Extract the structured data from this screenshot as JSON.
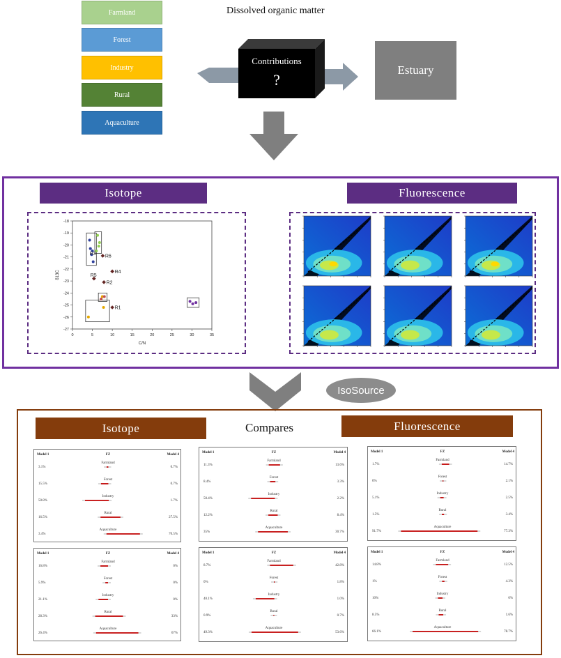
{
  "sources": [
    {
      "label": "Farmland",
      "color": "#a9d18e"
    },
    {
      "label": "Forest",
      "color": "#5b9bd5"
    },
    {
      "label": "Industry",
      "color": "#ffc000"
    },
    {
      "label": "Rural",
      "color": "#548235"
    },
    {
      "label": "Aquaculture",
      "color": "#2e75b6"
    }
  ],
  "title_dom": "Dissolved organic matter",
  "box_contrib": {
    "label": "Contributions",
    "q": "?"
  },
  "box_estuary": "Estuary",
  "isotope_label": "Isotope",
  "fluor_label": "Fluorescence",
  "isosource_label": "IsoSource",
  "compares_label": "Compares",
  "bottom_isotope_label": "Isotope",
  "bottom_fluor_label": "Fluorescence",
  "colors": {
    "purple": "#7030a0",
    "brown": "#843c0c",
    "gray": "#7f7f7f",
    "red": "#c00000"
  },
  "chart_data": [
    {
      "type": "scatter",
      "xlabel": "C/N",
      "ylabel": "δ13C",
      "xlim": [
        0,
        35
      ],
      "ylim": [
        -27,
        -18
      ],
      "xticks": [
        "0",
        "5",
        "10",
        "15",
        "20",
        "25",
        "30",
        "35"
      ],
      "yticks": [
        "-18",
        "-19",
        "-20",
        "-21",
        "-22",
        "-23",
        "-24",
        "-25",
        "-26",
        "-27"
      ],
      "series": [
        {
          "color": "#2e3f9c",
          "points": [
            [
              4.3,
              -19.6
            ],
            [
              4.5,
              -20.3
            ],
            [
              5.0,
              -20.5
            ],
            [
              5.2,
              -21.4
            ],
            [
              4.8,
              -20.8
            ]
          ]
        },
        {
          "color": "#92d050",
          "points": [
            [
              6.3,
              -19.2
            ],
            [
              6.6,
              -20.1
            ],
            [
              6.0,
              -20.5
            ],
            [
              6.8,
              -19.8
            ]
          ]
        },
        {
          "color": "#e6a800",
          "points": [
            [
              4.0,
              -26.0
            ],
            [
              7.8,
              -25.2
            ],
            [
              7.5,
              -24.3
            ]
          ]
        },
        {
          "color": "#c0504d",
          "points": [
            [
              7.2,
              -24.5
            ],
            [
              8.0,
              -24.3
            ]
          ]
        },
        {
          "color": "#7030a0",
          "points": [
            [
              29.5,
              -24.7
            ],
            [
              30.2,
              -24.9
            ],
            [
              31.0,
              -24.8
            ]
          ]
        },
        {
          "color": "#632523",
          "points": [
            [
              7.6,
              -20.9
            ],
            [
              10.0,
              -22.2
            ],
            [
              7.9,
              -23.1
            ],
            [
              5.4,
              -22.8
            ],
            [
              10.0,
              -25.2
            ]
          ]
        }
      ],
      "point_labels": [
        "R6",
        "R4",
        "R2",
        "R5",
        "R1",
        "R3"
      ]
    },
    {
      "type": "table",
      "panels": [
        {
          "header_left": "Model 1",
          "header_mid": "FZ",
          "header_right": "Model 4",
          "rows": [
            {
              "cat": "Farmland",
              "left": "3.1%",
              "right": "0.7%"
            },
            {
              "cat": "Forest",
              "left": "15.5%",
              "right": "0.7%"
            },
            {
              "cat": "Industry",
              "left": "50.8%",
              "right": "1.7%"
            },
            {
              "cat": "Rural",
              "left": "16.5%",
              "right": "27.5%"
            },
            {
              "cat": "Aquaculture",
              "left": "3.4%",
              "right": "70.5%"
            }
          ]
        },
        {
          "header_left": "Model 1",
          "header_mid": "FZ",
          "header_right": "Model 4",
          "rows": [
            {
              "cat": "Farmland",
              "left": "11.3%",
              "right": "13.6%"
            },
            {
              "cat": "Forest",
              "left": "8.4%",
              "right": "3.3%"
            },
            {
              "cat": "Industry",
              "left": "50.4%",
              "right": "2.2%"
            },
            {
              "cat": "Rural",
              "left": "12.2%",
              "right": "8.4%"
            },
            {
              "cat": "Aquaculture",
              "left": "35%",
              "right": "30.7%"
            }
          ]
        },
        {
          "header_left": "Model 1",
          "header_mid": "FZ",
          "header_right": "Model 4",
          "rows": [
            {
              "cat": "Farmland",
              "left": "1.7%",
              "right": "14.7%"
            },
            {
              "cat": "Forest",
              "left": "0%",
              "right": "2.1%"
            },
            {
              "cat": "Industry",
              "left": "5.1%",
              "right": "2.5%"
            },
            {
              "cat": "Rural",
              "left": "1.5%",
              "right": "3.4%"
            },
            {
              "cat": "Aquaculture",
              "left": "91.7%",
              "right": "77.3%"
            }
          ]
        },
        {
          "header_left": "Model 1",
          "header_mid": "FZ",
          "header_right": "Model 4",
          "rows": [
            {
              "cat": "Farmland",
              "left": "16.8%",
              "right": "0%"
            },
            {
              "cat": "Forest",
              "left": "5.9%",
              "right": "0%"
            },
            {
              "cat": "Industry",
              "left": "21.1%",
              "right": "0%"
            },
            {
              "cat": "Rural",
              "left": "28.3%",
              "right": "33%"
            },
            {
              "cat": "Aquaculture",
              "left": "26.4%",
              "right": "67%"
            }
          ]
        },
        {
          "header_left": "Model 1",
          "header_mid": "FZ",
          "header_right": "Model 4",
          "rows": [
            {
              "cat": "Farmland",
              "left": "8.7%",
              "right": "42.8%"
            },
            {
              "cat": "Forest",
              "left": "0%",
              "right": "1.8%"
            },
            {
              "cat": "Industry",
              "left": "40.1%",
              "right": "1.0%"
            },
            {
              "cat": "Rural",
              "left": "0.9%",
              "right": "0.7%"
            },
            {
              "cat": "Aquaculture",
              "left": "49.3%",
              "right": "53.6%"
            }
          ]
        },
        {
          "header_left": "Model 1",
          "header_mid": "FZ",
          "header_right": "Model 4",
          "rows": [
            {
              "cat": "Farmland",
              "left": "14.8%",
              "right": "12.5%"
            },
            {
              "cat": "Forest",
              "left": "1%",
              "right": "4.3%"
            },
            {
              "cat": "Industry",
              "left": "10%",
              "right": "0%"
            },
            {
              "cat": "Rural",
              "left": "8.5%",
              "right": "1.6%"
            },
            {
              "cat": "Aquaculture",
              "left": "66.1%",
              "right": "78.7%"
            }
          ]
        }
      ]
    }
  ]
}
